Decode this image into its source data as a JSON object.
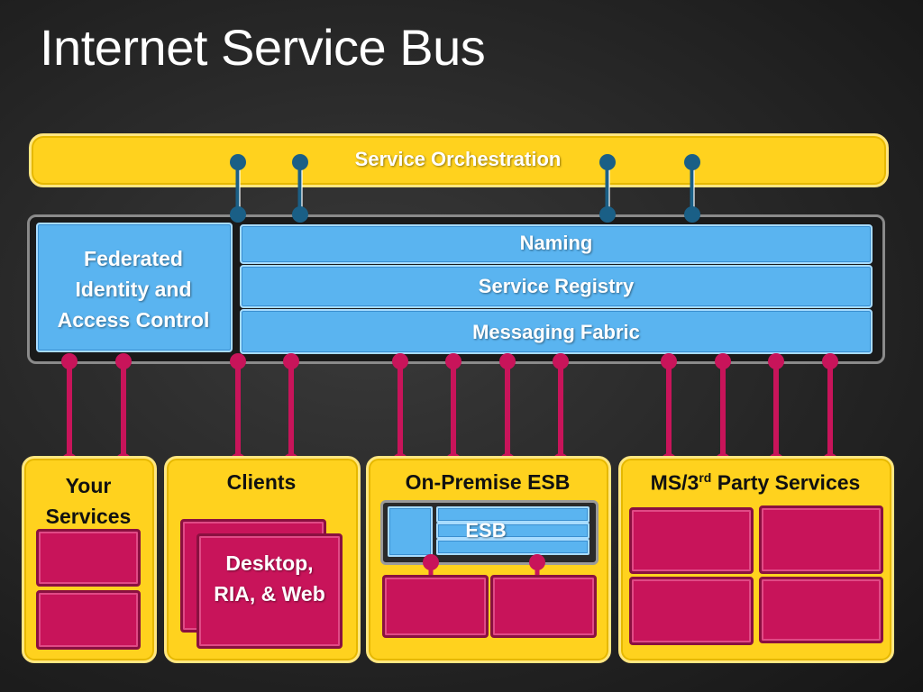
{
  "title": "Internet Service Bus",
  "orchestration": {
    "label": "Service Orchestration"
  },
  "bus": {
    "federated": "Federated Identity and Access Control",
    "naming": "Naming",
    "registry": "Service Registry",
    "messaging": "Messaging Fabric"
  },
  "groups": {
    "your_services": "Your Services",
    "clients": "Clients",
    "clients_inner": "Desktop, RIA, & Web",
    "esb_group": "On-Premise ESB",
    "esb_inner": "ESB",
    "ms_prefix": "MS/3",
    "ms_sup": "rd",
    "ms_suffix": " Party Services"
  },
  "colors": {
    "yellow": "#ffd21e",
    "blue": "#5ab4f0",
    "magenta": "#c8145a",
    "teal_connector": "#1a5f86",
    "background": "#262626"
  }
}
